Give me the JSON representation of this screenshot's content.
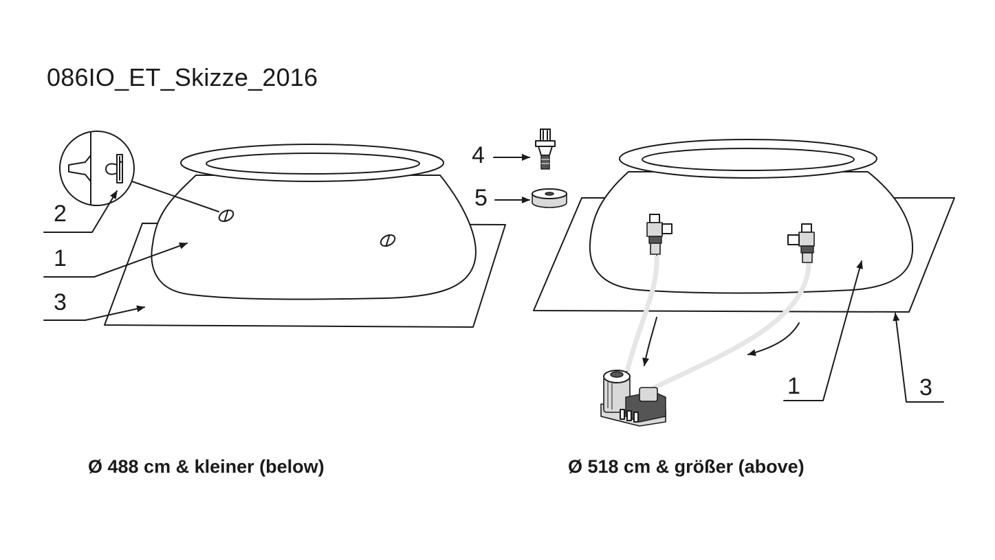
{
  "title": "086IO_ET_Skizze_2016",
  "captions": {
    "left": "Ø 488 cm & kleiner (below)",
    "right": "Ø 518 cm & größer (above)"
  },
  "callouts": {
    "left": {
      "n1": "1",
      "n2": "2",
      "n3": "3"
    },
    "parts": {
      "n4": "4",
      "n5": "5"
    },
    "right": {
      "n1": "1",
      "n3": "3"
    }
  },
  "colors": {
    "line": "#1a1a1a",
    "background": "#ffffff",
    "shade": "#d9d9d9"
  },
  "icons": [
    "pool-outline",
    "ground-cloth",
    "valve-plug-detail",
    "hose-connector",
    "foam-ring",
    "filter-pump",
    "hose",
    "flow-arrow"
  ]
}
